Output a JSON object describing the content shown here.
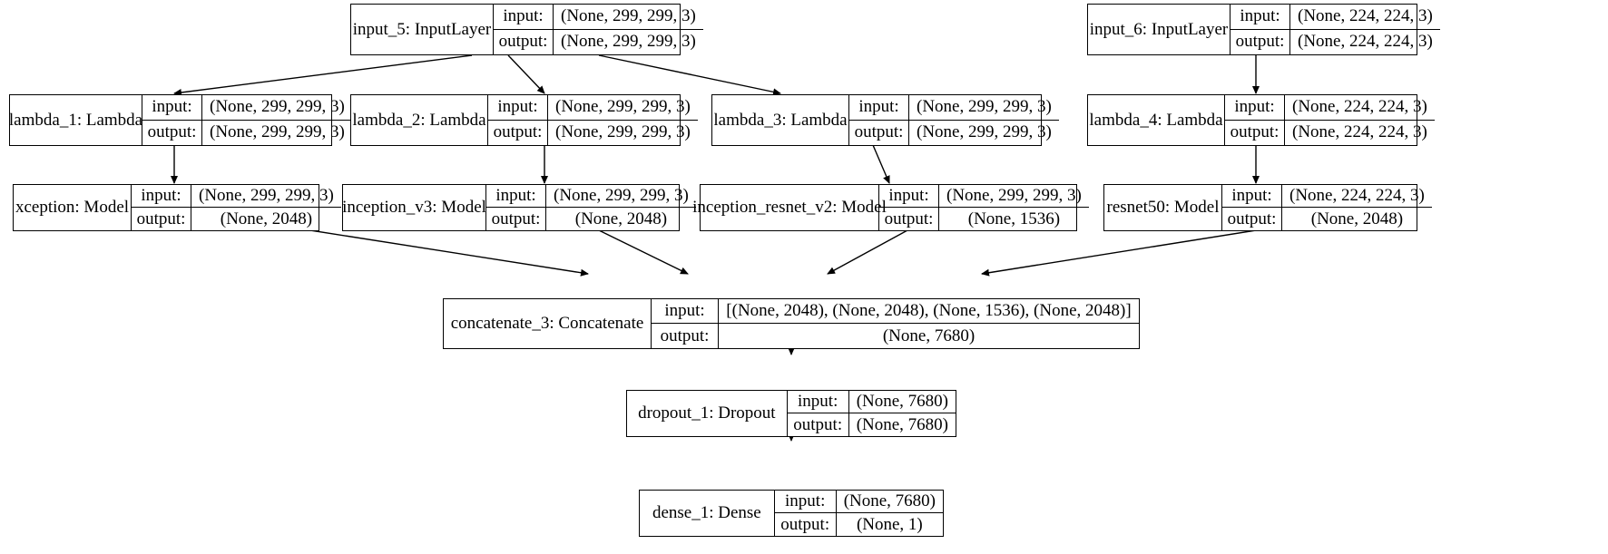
{
  "diagram": {
    "title": "Keras model architecture graph",
    "background_color": "#ffffff",
    "line_color": "#000000",
    "text_color": "#000000",
    "io_labels": {
      "input": "input:",
      "output": "output:"
    }
  },
  "nodes": [
    {
      "id": "input_5",
      "name": "input_5: InputLayer",
      "input": "(None, 299, 299, 3)",
      "output": "(None, 299, 299, 3)"
    },
    {
      "id": "input_6",
      "name": "input_6: InputLayer",
      "input": "(None, 224, 224, 3)",
      "output": "(None, 224, 224, 3)"
    },
    {
      "id": "lambda_1",
      "name": "lambda_1: Lambda",
      "input": "(None, 299, 299, 3)",
      "output": "(None, 299, 299, 3)"
    },
    {
      "id": "lambda_2",
      "name": "lambda_2: Lambda",
      "input": "(None, 299, 299, 3)",
      "output": "(None, 299, 299, 3)"
    },
    {
      "id": "lambda_3",
      "name": "lambda_3: Lambda",
      "input": "(None, 299, 299, 3)",
      "output": "(None, 299, 299, 3)"
    },
    {
      "id": "lambda_4",
      "name": "lambda_4: Lambda",
      "input": "(None, 224, 224, 3)",
      "output": "(None, 224, 224, 3)"
    },
    {
      "id": "xception",
      "name": "xception: Model",
      "input": "(None, 299, 299, 3)",
      "output": "(None, 2048)"
    },
    {
      "id": "inception_v3",
      "name": "inception_v3: Model",
      "input": "(None, 299, 299, 3)",
      "output": "(None, 2048)"
    },
    {
      "id": "inception_resnet_v2",
      "name": "inception_resnet_v2: Model",
      "input": "(None, 299, 299, 3)",
      "output": "(None, 1536)"
    },
    {
      "id": "resnet50",
      "name": "resnet50: Model",
      "input": "(None, 224, 224, 3)",
      "output": "(None, 2048)"
    },
    {
      "id": "concatenate_3",
      "name": "concatenate_3: Concatenate",
      "input": "[(None, 2048), (None, 2048), (None, 1536), (None, 2048)]",
      "output": "(None, 7680)"
    },
    {
      "id": "dropout_1",
      "name": "dropout_1: Dropout",
      "input": "(None, 7680)",
      "output": "(None, 7680)"
    },
    {
      "id": "dense_1",
      "name": "dense_1: Dense",
      "input": "(None, 7680)",
      "output": "(None, 1)"
    }
  ],
  "edges": [
    {
      "from": "input_5",
      "to": "lambda_1"
    },
    {
      "from": "input_5",
      "to": "lambda_2"
    },
    {
      "from": "input_5",
      "to": "lambda_3"
    },
    {
      "from": "input_6",
      "to": "lambda_4"
    },
    {
      "from": "lambda_1",
      "to": "xception"
    },
    {
      "from": "lambda_2",
      "to": "inception_v3"
    },
    {
      "from": "lambda_3",
      "to": "inception_resnet_v2"
    },
    {
      "from": "lambda_4",
      "to": "resnet50"
    },
    {
      "from": "xception",
      "to": "concatenate_3"
    },
    {
      "from": "inception_v3",
      "to": "concatenate_3"
    },
    {
      "from": "inception_resnet_v2",
      "to": "concatenate_3"
    },
    {
      "from": "resnet50",
      "to": "concatenate_3"
    },
    {
      "from": "concatenate_3",
      "to": "dropout_1"
    },
    {
      "from": "dropout_1",
      "to": "dense_1"
    }
  ]
}
